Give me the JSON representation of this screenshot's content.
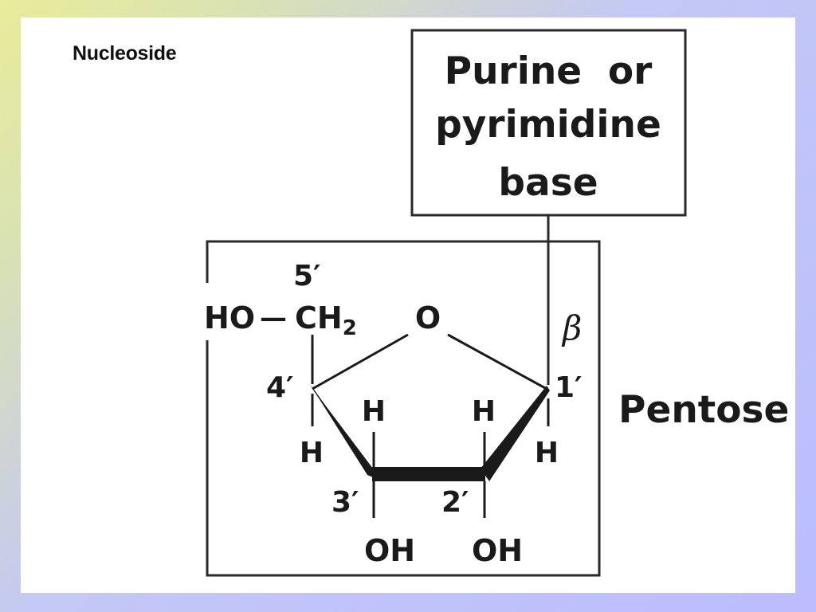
{
  "heading": "Nucleoside",
  "base_box": {
    "line1": "Purine  or",
    "line2": "pyrimidine",
    "line3": "base"
  },
  "sugar_label": "Pentose",
  "bond_label": "β",
  "atoms": {
    "ho": "HO",
    "dash": "—",
    "ch": "CH",
    "ch_sub": "2",
    "o": "O",
    "h_c4": "H",
    "h_c3": "H",
    "h_c2": "H",
    "h_c1": "H",
    "oh_c3": "OH",
    "oh_c2": "OH"
  },
  "positions": {
    "c5": "5′",
    "c4": "4′",
    "c3": "3′",
    "c2": "2′",
    "c1": "1′"
  },
  "colors": {
    "highlight_oh": "#8b1a55",
    "ink": "#1a1a1a"
  }
}
